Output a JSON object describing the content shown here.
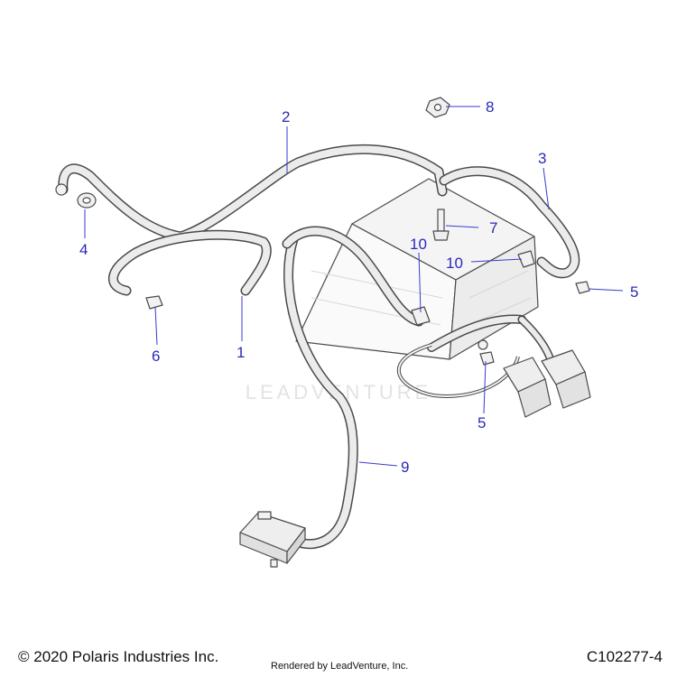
{
  "watermark": "LEADVENTURE",
  "callouts": [
    {
      "id": "1",
      "label": "1"
    },
    {
      "id": "2",
      "label": "2"
    },
    {
      "id": "3",
      "label": "3"
    },
    {
      "id": "4",
      "label": "4"
    },
    {
      "id": "5a",
      "label": "5"
    },
    {
      "id": "5b",
      "label": "5"
    },
    {
      "id": "6",
      "label": "6"
    },
    {
      "id": "7",
      "label": "7"
    },
    {
      "id": "8",
      "label": "8"
    },
    {
      "id": "9",
      "label": "9"
    },
    {
      "id": "10a",
      "label": "10"
    },
    {
      "id": "10b",
      "label": "10"
    }
  ],
  "footer": {
    "copyright": "© 2020 Polaris Industries Inc.",
    "rendered_by": "Rendered by LeadVenture, Inc.",
    "diagram_code": "C102277-4"
  },
  "colors": {
    "callout_text": "#2a2ab8",
    "leader_line": "#3a3ad0",
    "line_art": "#4a4a4a",
    "watermark": "#e3e3e3"
  }
}
